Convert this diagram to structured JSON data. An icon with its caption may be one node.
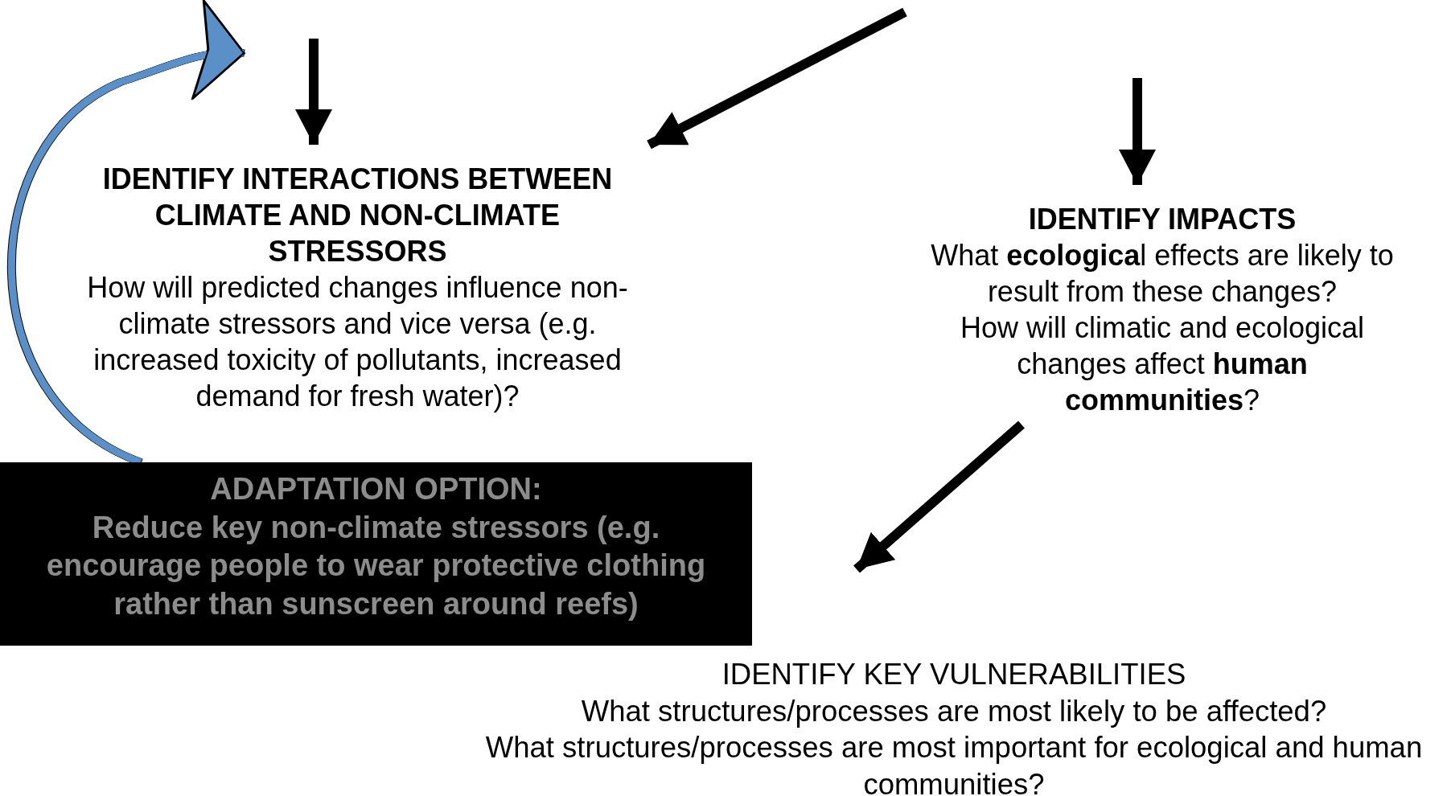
{
  "diagram": {
    "nodes": [
      {
        "text": [
          "IDENTIFY INTERACTIONS BETWEEN CLIMATE AND NON-CLIMATE STRESSORS",
          "How will predicted  changes influence non-climate stressors and vice versa (e.g. increased toxicity of pollutants, increased demand for fresh water)?"
        ]
      },
      {
        "text": [
          "IDENTIFY IMPACTS",
          "What **ecologica**l effects are likely to result from these changes?",
          "How will climatic and ecological changes affect **human communities**?"
        ]
      },
      {
        "text": [
          "ADAPTATION OPTION:",
          "Reduce key non-climate stressors (e.g. encourage people to wear protective clothing rather than sunscreen around reefs)"
        ]
      },
      {
        "text": [
          "IDENTIFY KEY VULNERABILITIES",
          "What structures/processes are most likely to be affected?",
          "What structures/processes are most important for ecological and human communities?"
        ]
      }
    ],
    "edges": [
      {
        "from": null,
        "to": 0,
        "arrow": "to"
      },
      {
        "from": null,
        "to": 0,
        "arrow": "to"
      },
      {
        "from": null,
        "to": 1,
        "arrow": "to"
      },
      {
        "from": 1,
        "to": 3,
        "arrow": "to"
      },
      {
        "from": 2,
        "to": null,
        "arrow": "to",
        "color": "#5b8fc7"
      }
    ]
  }
}
